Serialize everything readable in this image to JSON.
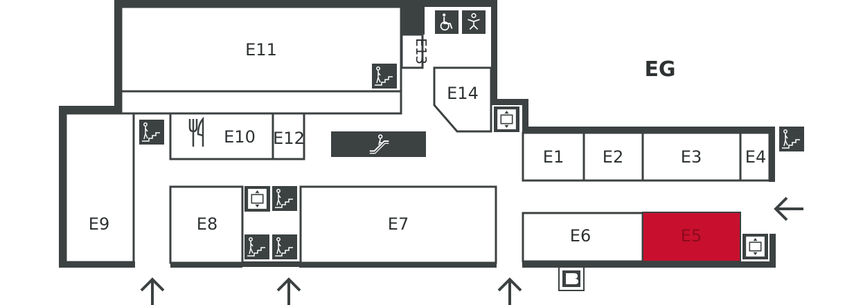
{
  "floor": {
    "label": "EG"
  },
  "rooms": [
    {
      "id": "E1",
      "label": "E1"
    },
    {
      "id": "E2",
      "label": "E2"
    },
    {
      "id": "E3",
      "label": "E3"
    },
    {
      "id": "E4",
      "label": "E4"
    },
    {
      "id": "E5",
      "label": "E5",
      "highlighted": true
    },
    {
      "id": "E6",
      "label": "E6"
    },
    {
      "id": "E7",
      "label": "E7"
    },
    {
      "id": "E8",
      "label": "E8"
    },
    {
      "id": "E9",
      "label": "E9"
    },
    {
      "id": "E10",
      "label": "E10"
    },
    {
      "id": "E11",
      "label": "E11"
    },
    {
      "id": "E12",
      "label": "E12"
    },
    {
      "id": "E13",
      "label": "E13"
    },
    {
      "id": "E14",
      "label": "E14"
    }
  ],
  "colors": {
    "wall": "#3c4142",
    "highlight": "#c8102e",
    "room_fill": "#ffffff",
    "icon_fg": "#ffffff"
  },
  "icons": [
    "wheelchair-icon",
    "baby-changing-icon",
    "stairs-icon",
    "elevator-icon",
    "escalator-icon",
    "restaurant-icon",
    "entrance-arrow-icon",
    "info-desk-icon"
  ]
}
